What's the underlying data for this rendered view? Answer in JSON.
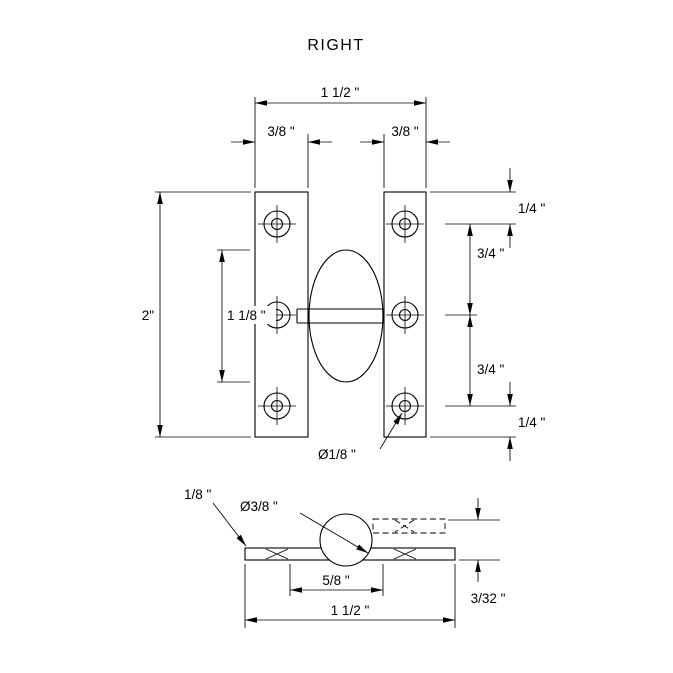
{
  "title": "RIGHT",
  "front_view": {
    "total_width": "1 1/2 \"",
    "left_leaf_width": "3/8 \"",
    "right_leaf_width": "3/8 \"",
    "top_hole_offset": "1/4 \"",
    "upper_hole_spacing": "3/4 \"",
    "overall_height": "2\"",
    "knuckle_height": "1 1/8 \"",
    "lower_hole_spacing": "3/4 \"",
    "bottom_hole_offset": "1/4 \"",
    "screw_hole_diameter": "Ø1/8 \""
  },
  "top_view": {
    "leaf_thickness": "1/8 \"",
    "barrel_diameter": "Ø3/8 \"",
    "hole_spacing": "5/8 \"",
    "leaf_offset": "3/32 \"",
    "total_width": "1 1/2 \""
  },
  "colors": {
    "line": "#000000",
    "background": "#ffffff"
  }
}
